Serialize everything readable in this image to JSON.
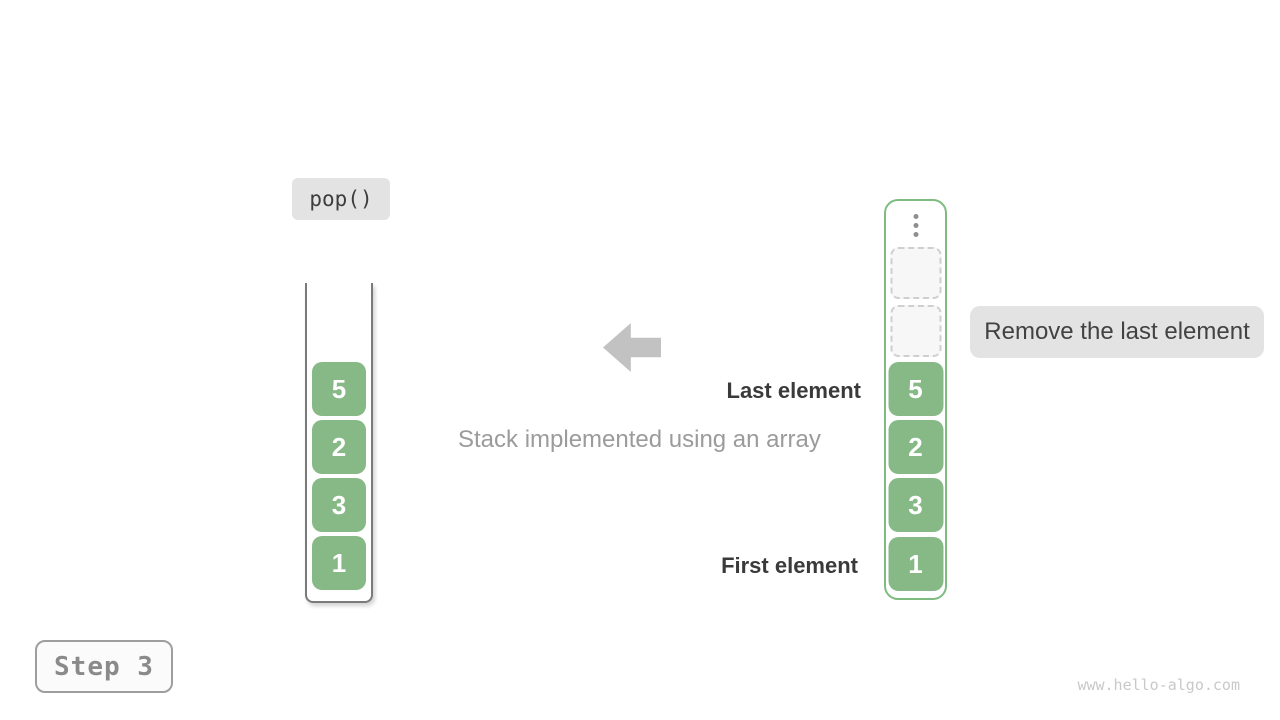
{
  "colors": {
    "green_fill": "#87B987",
    "green_border": "#7FBC80",
    "label_bg": "#E3E3E3",
    "arrow": "#C2C2C2",
    "dark_text": "#3A3A3A",
    "gray_text": "#9B9B9B",
    "step_text": "#8A8A8A",
    "watermark_text": "#C9C9C9"
  },
  "operation": {
    "label": "pop()"
  },
  "stack": {
    "items": [
      "5",
      "2",
      "3",
      "1"
    ]
  },
  "array": {
    "items": [
      "5",
      "2",
      "3",
      "1"
    ],
    "empty_slot_count": 2
  },
  "annotations": {
    "remove": "Remove the last element",
    "last": "Last element",
    "first": "First element",
    "caption": "Stack implemented using an array"
  },
  "footer": {
    "step": "Step 3",
    "watermark": "www.hello-algo.com"
  }
}
